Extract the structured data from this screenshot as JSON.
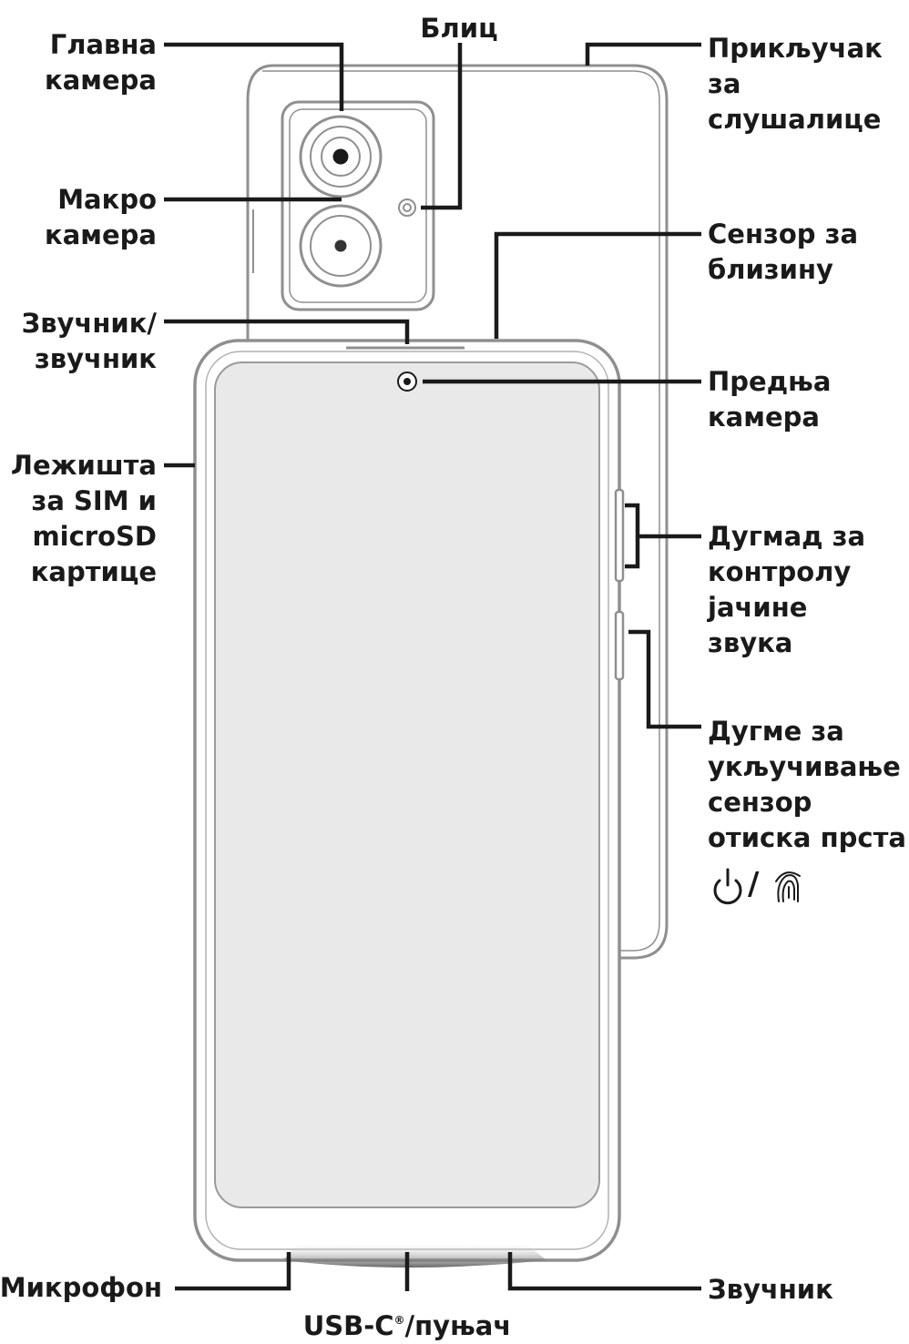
{
  "labels": {
    "main_camera": [
      "Главна",
      "камера"
    ],
    "flash": [
      "Блиц"
    ],
    "headset_jack": [
      "Прикључак",
      "за",
      "слушалице"
    ],
    "macro_camera": [
      "Макро",
      "камера"
    ],
    "proximity_sensor": [
      "Сензор за",
      "близину"
    ],
    "earpiece": [
      "Звучник/",
      "звучник"
    ],
    "front_camera": [
      "Предња",
      "камера"
    ],
    "sim_tray": [
      "Лежишта",
      "за SIM и",
      "microSD",
      "картице"
    ],
    "volume_buttons": [
      "Дугмад за",
      "контролу",
      "јачине",
      "звука"
    ],
    "power_button": [
      "Дугме за",
      "укључивање /",
      "сензор",
      "отиска прста"
    ],
    "power_symbols_separator": "/",
    "microphone": [
      "Микрофон"
    ],
    "usb": {
      "main": "USB-C",
      "mark": "®",
      "tail": "/пуњач"
    },
    "bottom_speaker": [
      "Звучник"
    ]
  },
  "icons": [
    "power-icon",
    "fingerprint-icon"
  ],
  "colors": {
    "line": "#1a1a1a",
    "device_outline": "#8f8f8f",
    "screen_fill": "#e9e9e9"
  }
}
